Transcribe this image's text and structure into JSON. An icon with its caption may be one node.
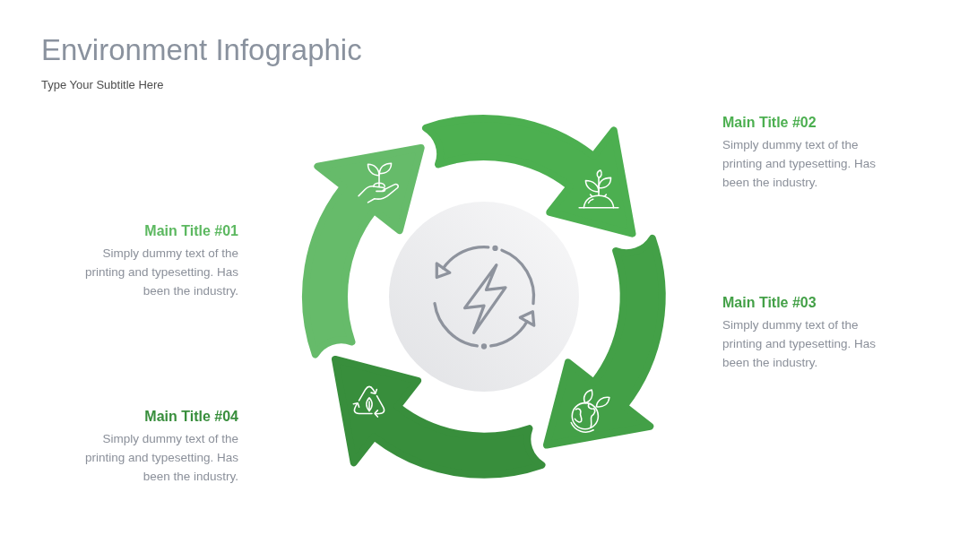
{
  "diagram": {
    "title": "Environment Infographic",
    "nodes": [
      {
        "text": [],
        "shape": "arrow",
        "beside": [
          "Main Title #01",
          "Simply dummy text of the printing and typesetting. Has been the industry."
        ]
      },
      {
        "text": [],
        "shape": "arrow",
        "beside": [
          "Main Title #02",
          "Simply dummy text of the printing and typesetting. Has been the industry."
        ]
      },
      {
        "text": [],
        "shape": "arrow",
        "beside": [
          "Main Title #03",
          "Simply dummy text of the printing and typesetting. Has been the industry."
        ]
      },
      {
        "text": [],
        "shape": "arrow",
        "beside": [
          "Main Title #04",
          "Simply dummy text of the printing and typesetting. Has been the industry."
        ]
      },
      {
        "text": [],
        "shape": "circle"
      }
    ],
    "labels": [
      "Type Your Subtitle Here"
    ]
  }
}
